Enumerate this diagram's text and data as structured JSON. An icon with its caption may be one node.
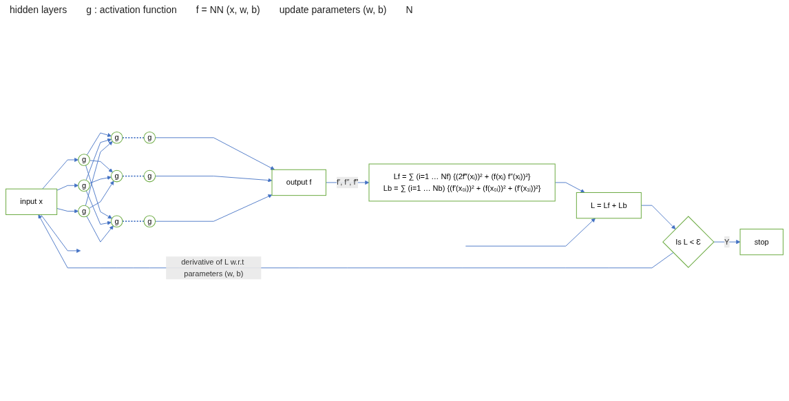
{
  "diagram": {
    "nodes": [
      {
        "text": [
          "input x"
        ]
      },
      {
        "text": [
          "g"
        ]
      },
      {
        "text": [
          "g"
        ]
      },
      {
        "text": [
          "g"
        ]
      },
      {
        "text": [
          "g"
        ]
      },
      {
        "text": [
          "g"
        ]
      },
      {
        "text": [
          "g"
        ]
      },
      {
        "text": [
          "g"
        ]
      },
      {
        "text": [
          "g"
        ]
      },
      {
        "text": [
          "g"
        ]
      },
      {
        "text": [
          "output f"
        ]
      },
      {
        "text": [
          "Lf = ∑ (i=1 … Nf) {(2f‴(xᵢ))² + (f(xᵢ) f″(xᵢ))²}",
          "Lb = ∑ (i=1 … Nb) {(f′(x₀ᵢ))² + (f(x₀ᵢ))² + (f′(x₁ᵢ))²}"
        ]
      },
      {
        "text": [
          "L = Lf + Lb"
        ]
      },
      {
        "text": [
          "Is L < Ɛ"
        ]
      },
      {
        "text": [
          "stop"
        ]
      }
    ],
    "edges": [
      {
        "from": 0,
        "to": 1,
        "arrow": "to"
      },
      {
        "from": 0,
        "to": 2,
        "arrow": "to"
      },
      {
        "from": 0,
        "to": 3,
        "arrow": "to"
      },
      {
        "from": 1,
        "to": 4,
        "arrow": "to"
      },
      {
        "from": 1,
        "to": 5,
        "arrow": "to"
      },
      {
        "from": 1,
        "to": 6,
        "arrow": "to"
      },
      {
        "from": 2,
        "to": 4,
        "arrow": "to"
      },
      {
        "from": 2,
        "to": 5,
        "arrow": "to"
      },
      {
        "from": 2,
        "to": 6,
        "arrow": "to"
      },
      {
        "from": 3,
        "to": 4,
        "arrow": "to"
      },
      {
        "from": 3,
        "to": 5,
        "arrow": "to"
      },
      {
        "from": 3,
        "to": 6,
        "arrow": "to"
      },
      {
        "from": 4,
        "to": 7,
        "arrow": "none",
        "style": "dashed"
      },
      {
        "from": 5,
        "to": 8,
        "arrow": "none",
        "style": "dashed"
      },
      {
        "from": 6,
        "to": 9,
        "arrow": "none",
        "style": "dashed"
      },
      {
        "from": 7,
        "to": 10,
        "arrow": "to"
      },
      {
        "from": 8,
        "to": 10,
        "arrow": "to"
      },
      {
        "from": 9,
        "to": 10,
        "arrow": "to"
      },
      {
        "from": 10,
        "to": 11,
        "arrow": "to",
        "label": "f′, f″, f‴"
      },
      {
        "from": 11,
        "to": 12,
        "arrow": "to"
      },
      {
        "from": 12,
        "to": 13,
        "arrow": "to"
      },
      {
        "from": 13,
        "to": 0,
        "arrow": "to",
        "label": "derivative of L w.r.t parameters (w, b)"
      },
      {
        "from": 13,
        "to": 14,
        "arrow": "to",
        "label": "Y"
      },
      {
        "from": 0,
        "to": null,
        "arrow": "to"
      },
      {
        "from": null,
        "to": 12,
        "arrow": "to"
      }
    ],
    "labels": [
      "hidden layers",
      "g : activation function",
      "f = NN (x, w, b)",
      "update parameters (w, b)",
      "N"
    ]
  }
}
